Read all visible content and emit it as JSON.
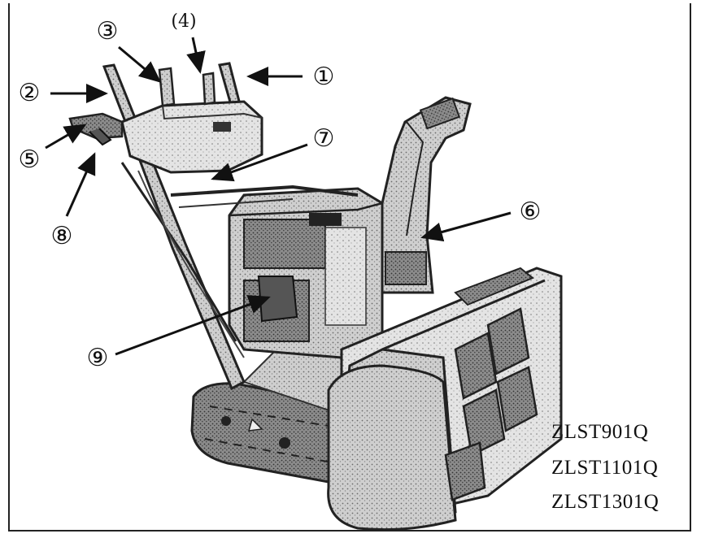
{
  "figure": {
    "callouts": [
      {
        "id": "1",
        "label": "①"
      },
      {
        "id": "2",
        "label": "②"
      },
      {
        "id": "3",
        "label": "③"
      },
      {
        "id": "4",
        "label": "(4)"
      },
      {
        "id": "5",
        "label": "⑤"
      },
      {
        "id": "6",
        "label": "⑥"
      },
      {
        "id": "7",
        "label": "⑦"
      },
      {
        "id": "8",
        "label": "⑧"
      },
      {
        "id": "9",
        "label": "⑨"
      }
    ],
    "models": [
      "ZLST901Q",
      "ZLST1101Q",
      "ZLST1301Q"
    ]
  },
  "colors": {
    "ink": "#111111",
    "shade": "#9a9a9a",
    "light": "#d8d8d8"
  }
}
